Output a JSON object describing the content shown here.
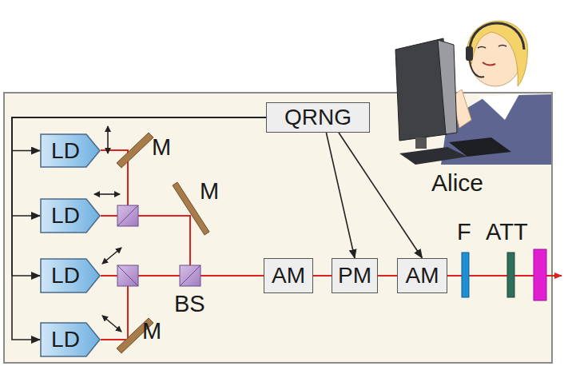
{
  "diagram": {
    "nodes": [
      {
        "text": [
          "QRNG"
        ]
      },
      {
        "text": [
          "LD"
        ]
      },
      {
        "text": [
          "LD"
        ]
      },
      {
        "text": [
          "LD"
        ]
      },
      {
        "text": [
          "LD"
        ]
      },
      {
        "text": [
          "AM"
        ]
      },
      {
        "text": [
          "PM"
        ]
      },
      {
        "text": [
          "AM"
        ]
      }
    ],
    "edges": [
      {
        "from": 0,
        "to": 1,
        "arrow": "to"
      },
      {
        "from": 0,
        "to": 2,
        "arrow": "to"
      },
      {
        "from": 0,
        "to": 3,
        "arrow": "to"
      },
      {
        "from": 0,
        "to": 4,
        "arrow": "to"
      },
      {
        "from": 0,
        "to": 6,
        "arrow": "to"
      },
      {
        "from": 0,
        "to": 7,
        "arrow": "to"
      },
      {
        "from": 5,
        "to": 6,
        "arrow": "none"
      },
      {
        "from": 6,
        "to": 7,
        "arrow": "none"
      }
    ],
    "labels": [
      "M",
      "M",
      "M",
      "BS",
      "F",
      "ATT",
      "Alice"
    ]
  }
}
